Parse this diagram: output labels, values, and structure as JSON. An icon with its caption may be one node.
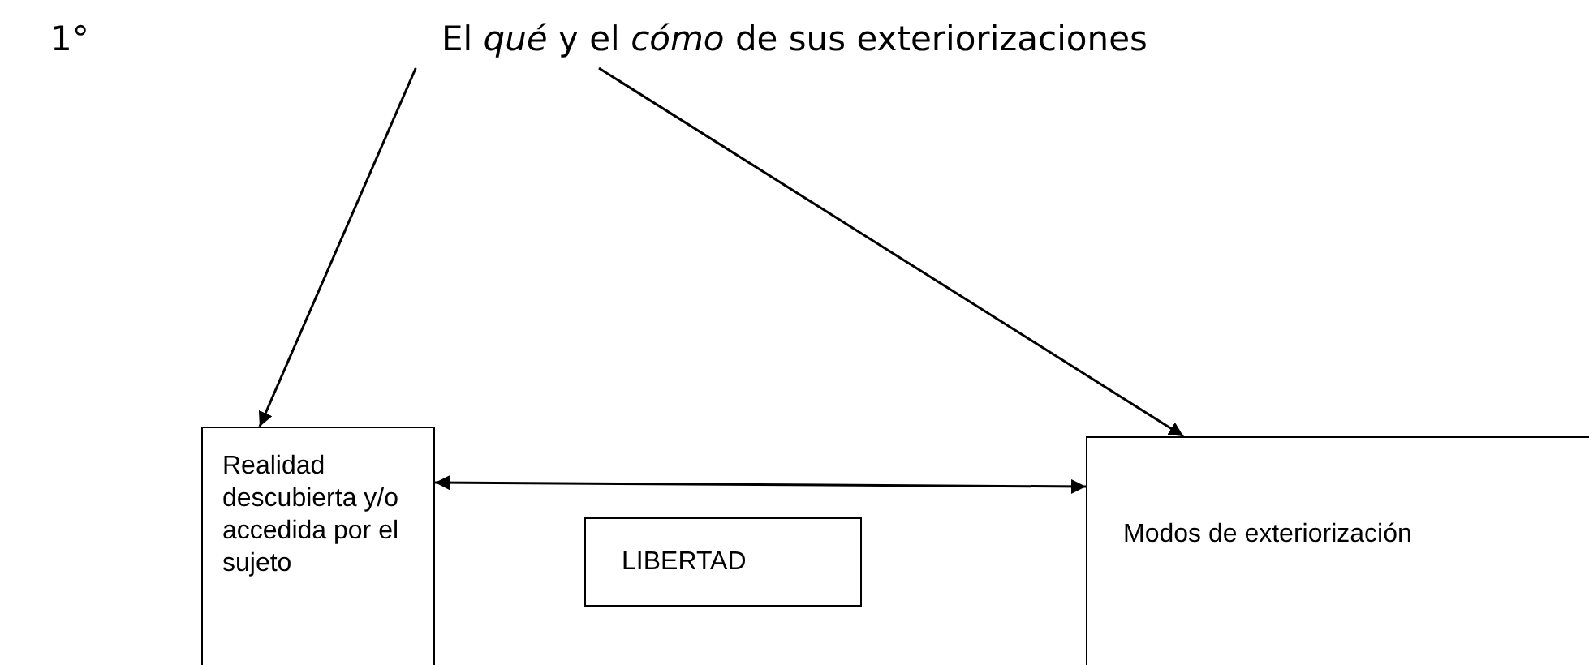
{
  "diagram": {
    "nodes": [
      {
        "text": [
          "El *qué* y el *cómo* de sus exteriorizaciones"
        ]
      },
      {
        "text": [
          "Realidad descubierta y/o accedida por el sujeto"
        ]
      },
      {
        "text": [
          "Modos de exteriorización"
        ]
      },
      {
        "text": [
          "LIBERTAD"
        ]
      }
    ],
    "edges": [
      {
        "from": 0,
        "to": 1,
        "arrow": "to"
      },
      {
        "from": 0,
        "to": 2,
        "arrow": "to"
      },
      {
        "from": 1,
        "to": 2,
        "arrow": "both"
      }
    ],
    "labels": [
      "1°"
    ]
  }
}
